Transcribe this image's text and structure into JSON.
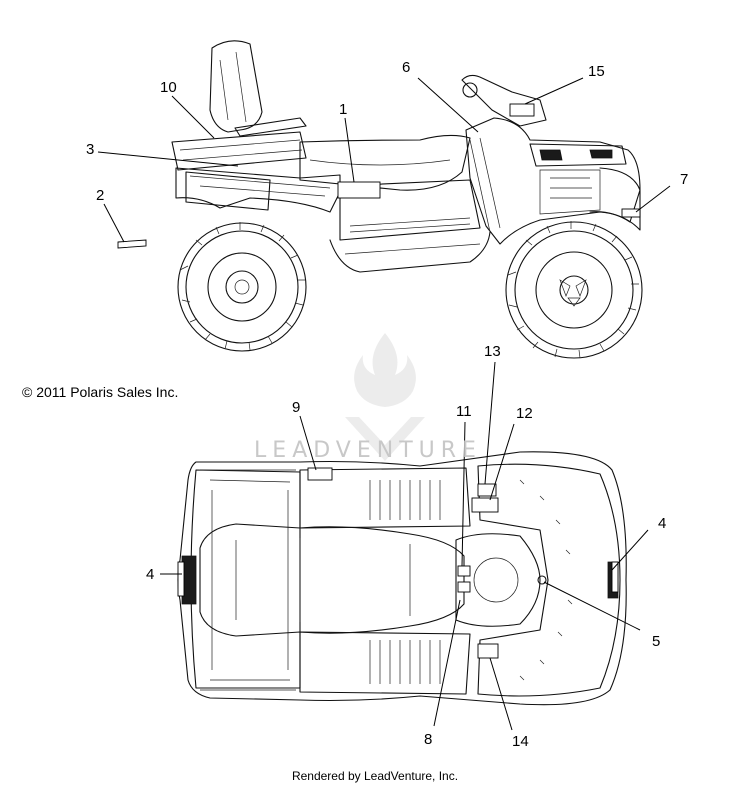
{
  "copyright": "© 2011 Polaris Sales Inc.",
  "footer": "Rendered by LeadVenture, Inc.",
  "watermark": {
    "text": "LEADVENTURE",
    "icon": "flame-v-logo"
  },
  "callouts": [
    {
      "id": "c1",
      "label": "1"
    },
    {
      "id": "c2",
      "label": "2"
    },
    {
      "id": "c3",
      "label": "3"
    },
    {
      "id": "c4a",
      "label": "4"
    },
    {
      "id": "c4b",
      "label": "4"
    },
    {
      "id": "c5",
      "label": "5"
    },
    {
      "id": "c6",
      "label": "6"
    },
    {
      "id": "c7",
      "label": "7"
    },
    {
      "id": "c8",
      "label": "8"
    },
    {
      "id": "c9",
      "label": "9"
    },
    {
      "id": "c10",
      "label": "10"
    },
    {
      "id": "c11",
      "label": "11"
    },
    {
      "id": "c12",
      "label": "12"
    },
    {
      "id": "c13",
      "label": "13"
    },
    {
      "id": "c14",
      "label": "14"
    },
    {
      "id": "c15",
      "label": "15"
    }
  ]
}
